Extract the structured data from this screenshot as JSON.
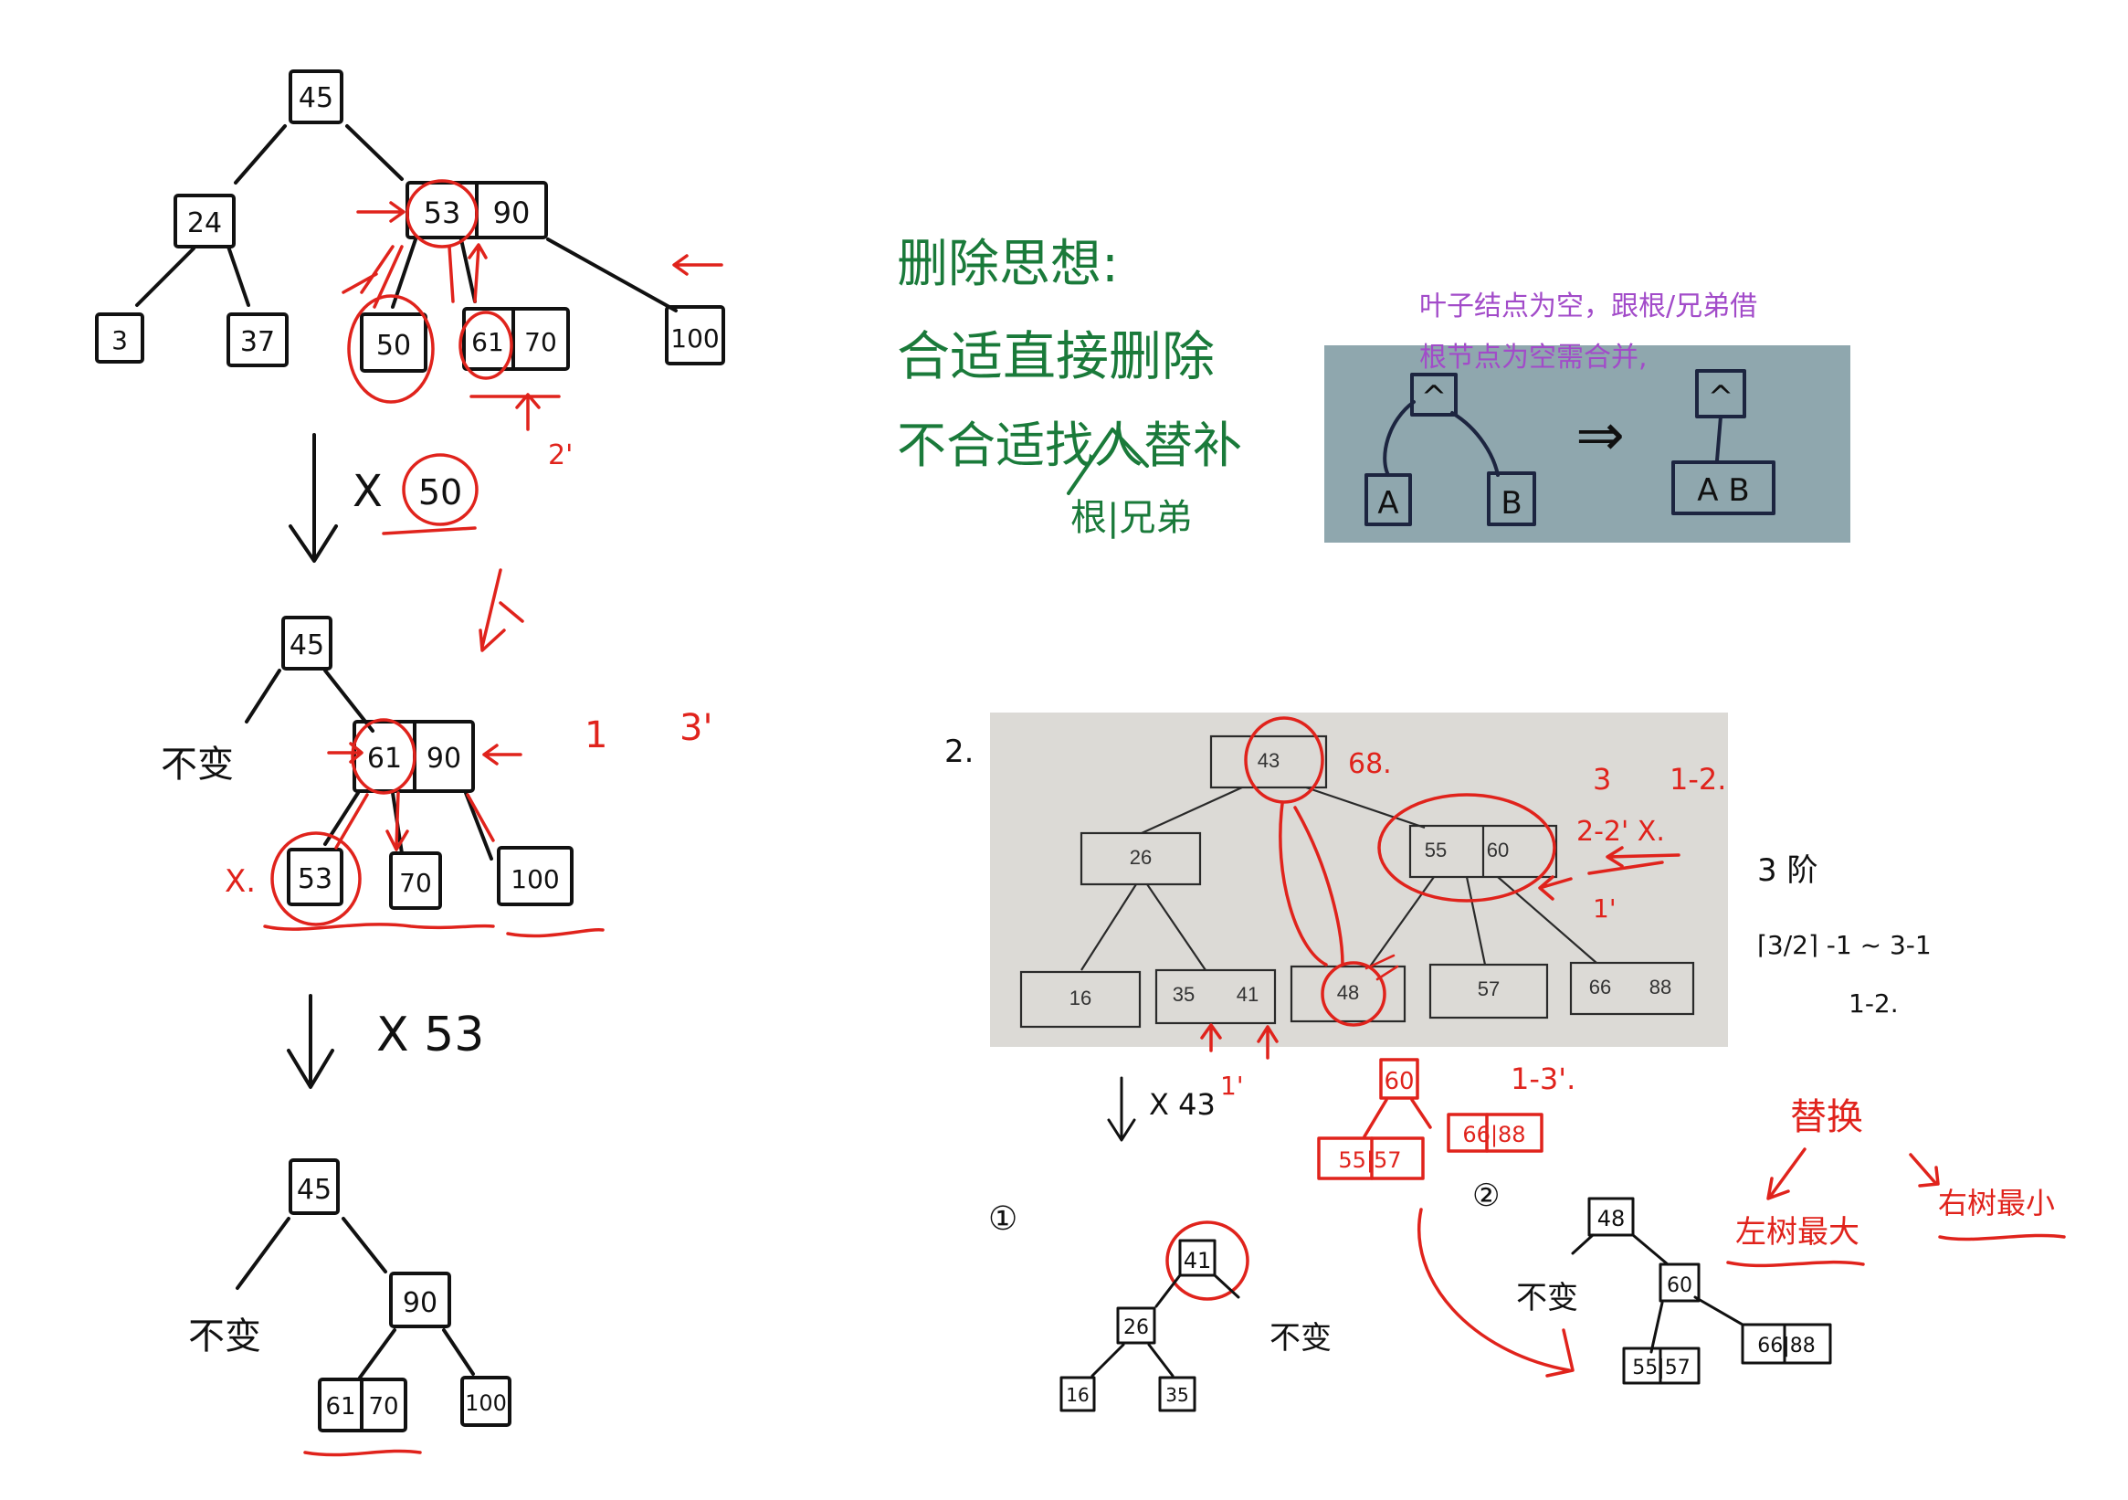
{
  "tree1": {
    "stage1": {
      "root": "45",
      "n24": "24",
      "n53": "53",
      "n90": "90",
      "n3": "3",
      "n37": "37",
      "n50": "50",
      "n61": "61",
      "n70": "70",
      "n100": "100"
    },
    "step1_label": "X",
    "step1_key": "50",
    "stage2": {
      "root": "45",
      "note": "不变",
      "n61": "61",
      "n90": "90",
      "n53": "53",
      "n70": "70",
      "n100": "100",
      "x_mark": "X."
    },
    "step2_label": "X 53",
    "stage3": {
      "root": "45",
      "note": "不变",
      "n90": "90",
      "n61": "61",
      "n70": "70",
      "n100": "100"
    },
    "red_notes": {
      "a": "2'",
      "b": "1",
      "c": "3'"
    }
  },
  "notes": {
    "title": "删除思想:",
    "line1": "合适直接删除",
    "line2": "不合适找人替补",
    "line3": "根|兄弟"
  },
  "merge": {
    "caption_line1": "叶子结点为空，跟根/兄弟借",
    "caption_line2": "根节点为空需合并,",
    "left_top": "^",
    "left_a": "A",
    "left_b": "B",
    "arrow": "⇒",
    "right_top": "^",
    "right_ab": "A B"
  },
  "example2": {
    "label": "2.",
    "printed": {
      "root": "43",
      "left": "26",
      "right_a": "55",
      "right_b": "60",
      "leaf1": "16",
      "leaf2a": "35",
      "leaf2b": "41",
      "leaf3": "48",
      "leaf4": "57",
      "leaf5a": "66",
      "leaf5b": "88"
    },
    "red": {
      "r68": "68.",
      "r3": "3",
      "r12": "1-2.",
      "r22": "2-2' X.",
      "r1p": "1'",
      "r48": "48",
      "r60": "60",
      "r5557": "55|57",
      "r6688": "66|88",
      "r13": "1-3'.",
      "replace": "替换",
      "left_max": "左树最大",
      "right_min": "右树最小"
    },
    "order_notes": {
      "title": "3 阶",
      "formula": "⌈3/2⌉ -1 ~ 3-1",
      "range": "1-2."
    },
    "step": "X 43",
    "step_mark": "1'",
    "opt1": "①",
    "opt2": "②",
    "res1": {
      "root": "41",
      "mid": "26",
      "l": "16",
      "r": "35",
      "note": "不变"
    },
    "res2": {
      "root": "48",
      "mid": "60",
      "l": "55|57",
      "r": "66|88",
      "note": "不变"
    }
  }
}
